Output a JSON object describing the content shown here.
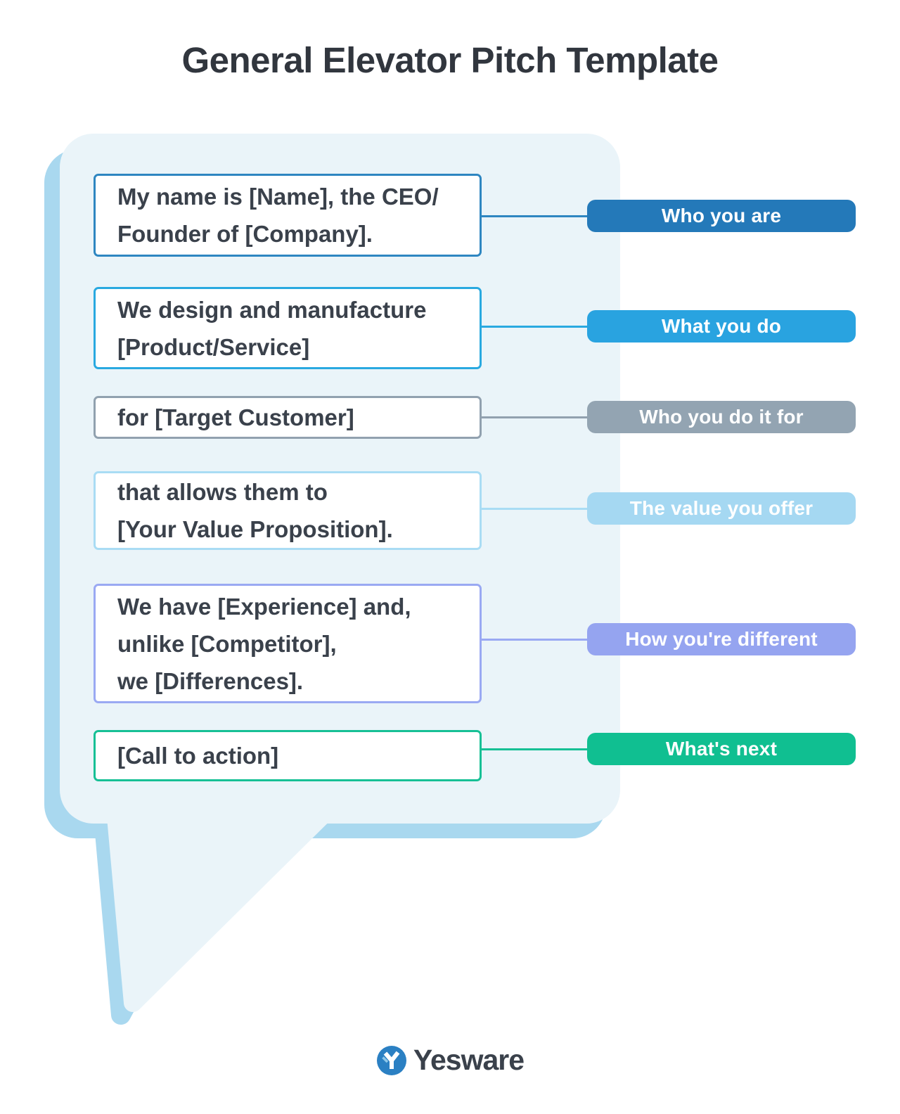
{
  "title": "General Elevator Pitch Template",
  "bubble": {
    "fill": "#eaf4f9",
    "shadow": "#a9d8ef"
  },
  "rows": [
    {
      "box_text": "My name is [Name], the CEO/\nFounder of [Company].",
      "label": "Who you are",
      "accent": "#2e86c1",
      "pill_color": "#2479b9"
    },
    {
      "box_text": "We design and manufacture\n[Product/Service]",
      "label": "What you do",
      "accent": "#29a9e0",
      "pill_color": "#29a3e0"
    },
    {
      "box_text": "for [Target Customer]",
      "label": "Who you do it for",
      "accent": "#91a1af",
      "pill_color": "#93a4b2"
    },
    {
      "box_text": "that allows them to\n[Your Value Proposition].",
      "label": "The value you offer",
      "accent": "#a9dcf4",
      "pill_color": "#a5d8f2"
    },
    {
      "box_text": "We have [Experience] and,\nunlike [Competitor],\nwe [Differences].",
      "label": "How you're different",
      "accent": "#9aa9f3",
      "pill_color": "#95a4f0"
    },
    {
      "box_text": "[Call to action]",
      "label": "What's next",
      "accent": "#17c095",
      "pill_color": "#10bf91"
    }
  ],
  "footer": {
    "brand": "Yesware"
  }
}
